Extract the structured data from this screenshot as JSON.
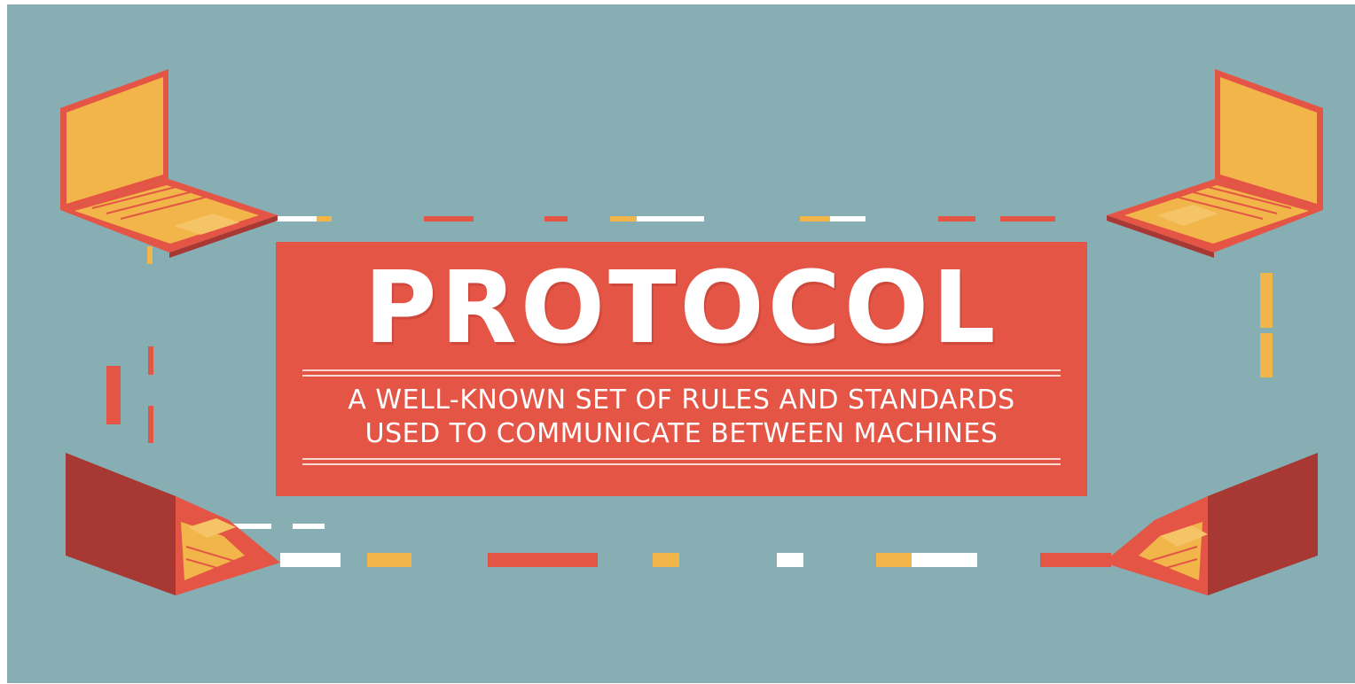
{
  "banner": {
    "title": "PROTOCOL",
    "subtitle_line1": "A WELL-KNOWN SET OF RULES AND STANDARDS",
    "subtitle_line2": "USED TO COMMUNICATE BETWEEN MACHINES"
  },
  "illustration": {
    "laptops": [
      "laptop-top-left",
      "laptop-top-right",
      "laptop-bottom-left",
      "laptop-bottom-right"
    ],
    "colors": {
      "background": "#86aeb3",
      "banner": "#e45546",
      "laptop_body": "#e45546",
      "laptop_screen": "#f1b549",
      "laptop_dark": "#a83833",
      "dash_white": "#ffffff",
      "dash_yellow": "#f1b549",
      "dash_red": "#e45546"
    }
  }
}
